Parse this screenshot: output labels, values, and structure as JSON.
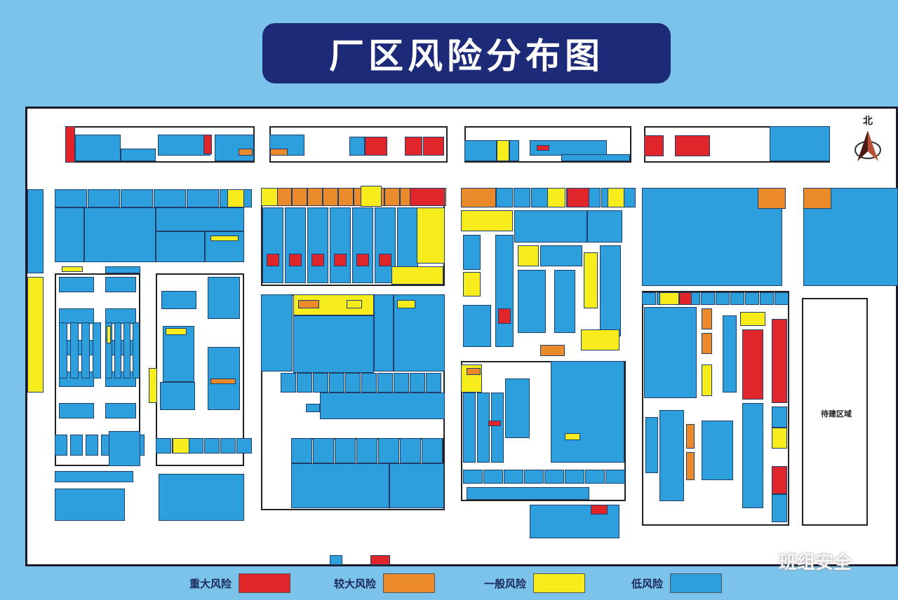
{
  "title": "厂区风险分布图",
  "north_label": "北",
  "pending_area_label": "待建区域",
  "watermark": "班组安全",
  "risk_colors": {
    "major": "#e0262a",
    "high": "#ea8a2a",
    "general": "#f7ec1c",
    "low": "#2d9fdc"
  },
  "legend": [
    {
      "label": "重大风险",
      "color": "#e0262a"
    },
    {
      "label": "较大风险",
      "color": "#ea8a2a"
    },
    {
      "label": "一般风险",
      "color": "#f7ec1c"
    },
    {
      "label": "低风险",
      "color": "#2d9fdc"
    }
  ]
}
